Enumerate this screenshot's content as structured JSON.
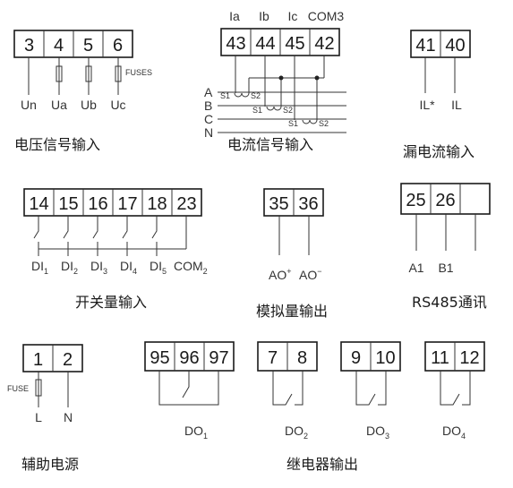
{
  "voltage_input": {
    "terminals": [
      "3",
      "4",
      "5",
      "6"
    ],
    "labels": [
      "Un",
      "Ua",
      "Ub",
      "Uc"
    ],
    "fuse_label": "FUSES",
    "caption": "电压信号输入"
  },
  "current_input": {
    "terminals": [
      "43",
      "44",
      "45",
      "42"
    ],
    "top_labels": [
      "Ia",
      "Ib",
      "Ic",
      "COM3"
    ],
    "phase_labels": [
      "A",
      "B",
      "C",
      "N"
    ],
    "ct_labels": [
      "S1",
      "S2"
    ],
    "caption": "电流信号输入"
  },
  "leakage_input": {
    "terminals": [
      "41",
      "40"
    ],
    "labels": [
      "IL*",
      "IL"
    ],
    "caption": "漏电流输入"
  },
  "switch_input": {
    "terminals": [
      "14",
      "15",
      "16",
      "17",
      "18",
      "23"
    ],
    "labels": [
      {
        "main": "DI",
        "sub": "1"
      },
      {
        "main": "DI",
        "sub": "2"
      },
      {
        "main": "DI",
        "sub": "3"
      },
      {
        "main": "DI",
        "sub": "4"
      },
      {
        "main": "DI",
        "sub": "5"
      },
      {
        "main": "COM",
        "sub": "2"
      }
    ],
    "caption": "开关量输入"
  },
  "analog_output": {
    "terminals": [
      "35",
      "36"
    ],
    "labels": [
      {
        "main": "AO",
        "sup": "+"
      },
      {
        "main": "AO",
        "sup": "−"
      }
    ],
    "caption": "模拟量输出"
  },
  "rs485": {
    "terminals": [
      "25",
      "26",
      ""
    ],
    "labels": [
      "A1",
      "B1"
    ],
    "caption": "RS485通讯"
  },
  "aux_power": {
    "terminals": [
      "1",
      "2"
    ],
    "labels": [
      "L",
      "N"
    ],
    "fuse_label": "FUSE",
    "caption": "辅助电源"
  },
  "relay_output": {
    "groups": [
      {
        "terminals": [
          "95",
          "96",
          "97"
        ],
        "label": {
          "main": "DO",
          "sub": "1"
        }
      },
      {
        "terminals": [
          "7",
          "8"
        ],
        "label": {
          "main": "DO",
          "sub": "2"
        }
      },
      {
        "terminals": [
          "9",
          "10"
        ],
        "label": {
          "main": "DO",
          "sub": "3"
        }
      },
      {
        "terminals": [
          "11",
          "12"
        ],
        "label": {
          "main": "DO",
          "sub": "4"
        }
      }
    ],
    "caption": "继电器输出"
  }
}
